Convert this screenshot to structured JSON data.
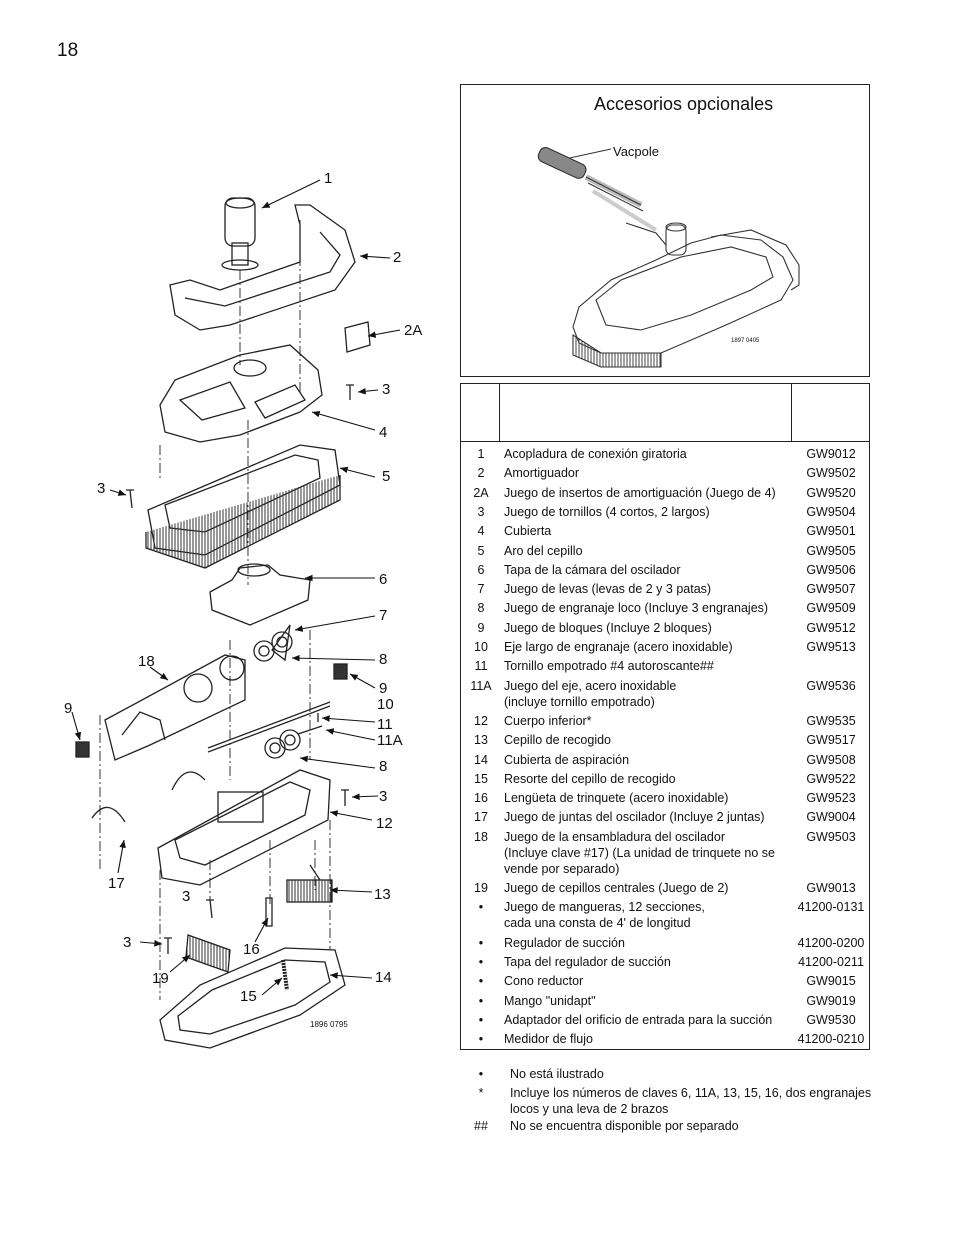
{
  "page_number": "18",
  "diagram": {
    "callouts": [
      "1",
      "2",
      "2A",
      "3",
      "4",
      "5",
      "3",
      "6",
      "7",
      "18",
      "8",
      "9",
      "9",
      "10",
      "11",
      "11A",
      "8",
      "3",
      "12",
      "17",
      "3",
      "13",
      "3",
      "16",
      "19",
      "14",
      "15"
    ],
    "figure_code": "1896 0795"
  },
  "accessories": {
    "title": "Accesorios opcionales",
    "vacpole_label": "Vacpole",
    "figure_code": "1897 0405"
  },
  "parts": [
    {
      "key": "1",
      "desc": "Acopladura de conexión giratoria",
      "num": "GW9012"
    },
    {
      "key": "2",
      "desc": "Amortiguador",
      "num": "GW9502"
    },
    {
      "key": "2A",
      "desc": "Juego de insertos de amortiguación (Juego de 4)",
      "num": "GW9520"
    },
    {
      "key": "3",
      "desc": "Juego de tornillos (4 cortos, 2 largos)",
      "num": "GW9504"
    },
    {
      "key": "4",
      "desc": "Cubierta",
      "num": "GW9501"
    },
    {
      "key": "5",
      "desc": "Aro del cepillo",
      "num": "GW9505"
    },
    {
      "key": "6",
      "desc": "Tapa de la cámara del oscilador",
      "num": "GW9506"
    },
    {
      "key": "7",
      "desc": "Juego de levas (levas de 2 y 3 patas)",
      "num": "GW9507"
    },
    {
      "key": "8",
      "desc": "Juego de engranaje loco (Incluye 3 engranajes)",
      "num": "GW9509"
    },
    {
      "key": "9",
      "desc": "Juego de bloques (Incluye 2 bloques)",
      "num": "GW9512"
    },
    {
      "key": "10",
      "desc": "Eje largo de engranaje (acero inoxidable)",
      "num": "GW9513"
    },
    {
      "key": "11",
      "desc": "Tornillo empotrado #4 autoroscante##",
      "num": ""
    },
    {
      "key": "11A",
      "desc": "Juego del eje, acero inoxidable",
      "desc2": "(incluye tornillo empotrado)",
      "num": "GW9536"
    },
    {
      "key": "12",
      "desc": "Cuerpo inferior*",
      "num": "GW9535"
    },
    {
      "key": "13",
      "desc": "Cepillo de recogido",
      "num": "GW9517"
    },
    {
      "key": "14",
      "desc": "Cubierta de aspiración",
      "num": "GW9508"
    },
    {
      "key": "15",
      "desc": "Resorte del cepillo de recogido",
      "num": "GW9522"
    },
    {
      "key": "16",
      "desc": "Lengüeta de trinquete (acero inoxidable)",
      "num": "GW9523"
    },
    {
      "key": "17",
      "desc": "Juego de juntas del oscilador (Incluye 2 juntas)",
      "num": "GW9004"
    },
    {
      "key": "18",
      "desc": "Juego de la ensambladura del oscilador",
      "desc2": "(Incluye clave #17) (La unidad de trinquete no se",
      "desc3": "vende por separado)",
      "num": "GW9503"
    },
    {
      "key": "19",
      "desc": "Juego de cepillos centrales (Juego de 2)",
      "num": "GW9013"
    },
    {
      "key": "•",
      "desc": "Juego de mangueras, 12 secciones,",
      "desc2": "cada una consta de 4' de longitud",
      "num": "41200-0131"
    },
    {
      "key": "•",
      "desc": "Regulador de succión",
      "num": "41200-0200"
    },
    {
      "key": "•",
      "desc": "Tapa del regulador de succión",
      "num": "41200-0211"
    },
    {
      "key": "•",
      "desc": "Cono reductor",
      "num": "GW9015"
    },
    {
      "key": "•",
      "desc": "Mango \"unidapt\"",
      "num": "GW9019"
    },
    {
      "key": "•",
      "desc": "Adaptador del orificio de entrada para la succión",
      "num": "GW9530"
    },
    {
      "key": "•",
      "desc": "Medidor de flujo",
      "num": "41200-0210"
    }
  ],
  "footnotes": [
    {
      "sym": "•",
      "text": "No está ilustrado"
    },
    {
      "sym": "*",
      "text": "Incluye los números de claves 6, 11A, 13, 15, 16, dos engranajes",
      "text2": "locos y una leva de 2 brazos"
    },
    {
      "sym": "##",
      "text": "No se encuentra disponible por separado"
    }
  ]
}
